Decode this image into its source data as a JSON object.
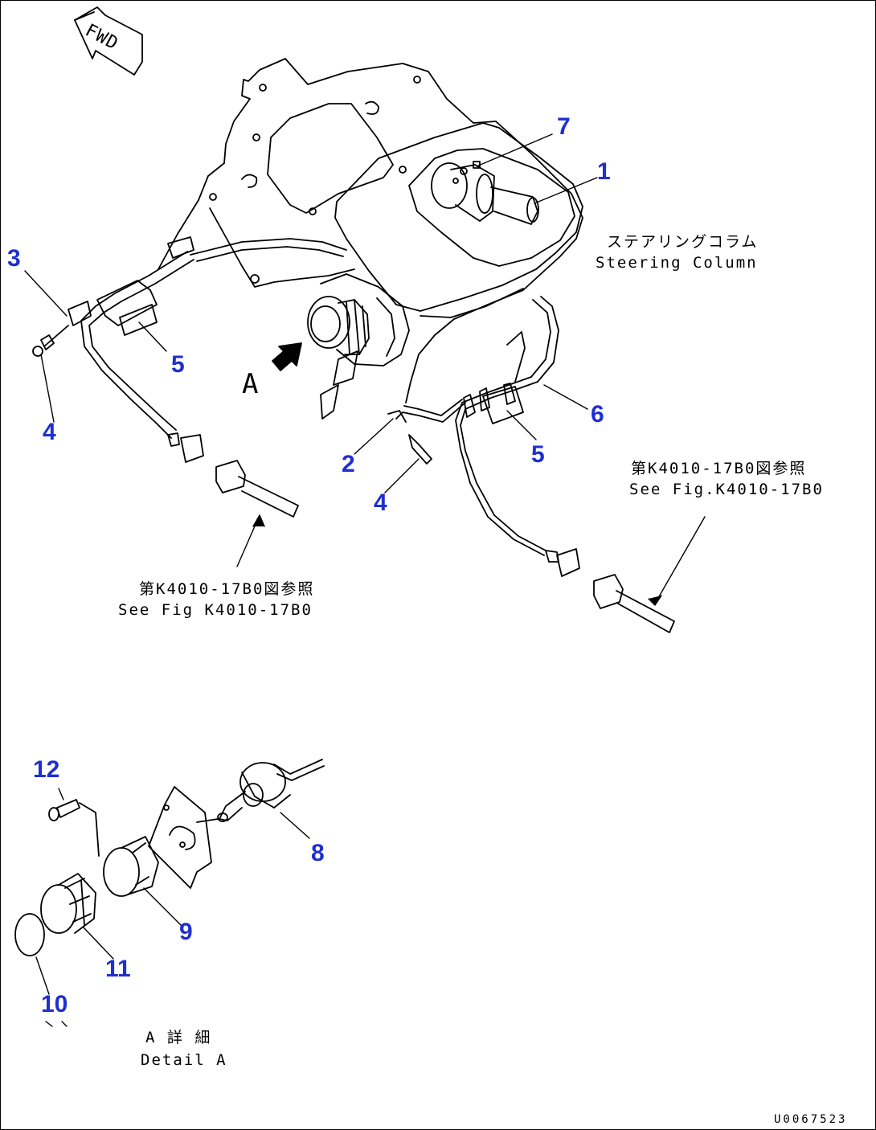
{
  "fwd_label": "FWD",
  "view_letter": "A",
  "steering_column_note": {
    "ja": "ステアリングコラム",
    "en": "Steering Column"
  },
  "ref_note_left": {
    "ja": "第K4010-17B0図参照",
    "en": "See Fig K4010-17B0"
  },
  "ref_note_right": {
    "ja": "第K4010-17B0図参照",
    "en": "See Fig.K4010-17B0"
  },
  "detail_note": {
    "ja": "A 詳 細",
    "en": "Detail A"
  },
  "drawing_number": "U0067523",
  "callouts": {
    "p1": "1",
    "p2": "2",
    "p3": "3",
    "p4a": "4",
    "p4b": "4",
    "p5a": "5",
    "p5b": "5",
    "p6": "6",
    "p7": "7",
    "p8": "8",
    "p9": "9",
    "p10": "10",
    "p11": "11",
    "p12": "12"
  },
  "colors": {
    "callout": "#1f2fd0",
    "line": "#000000"
  }
}
